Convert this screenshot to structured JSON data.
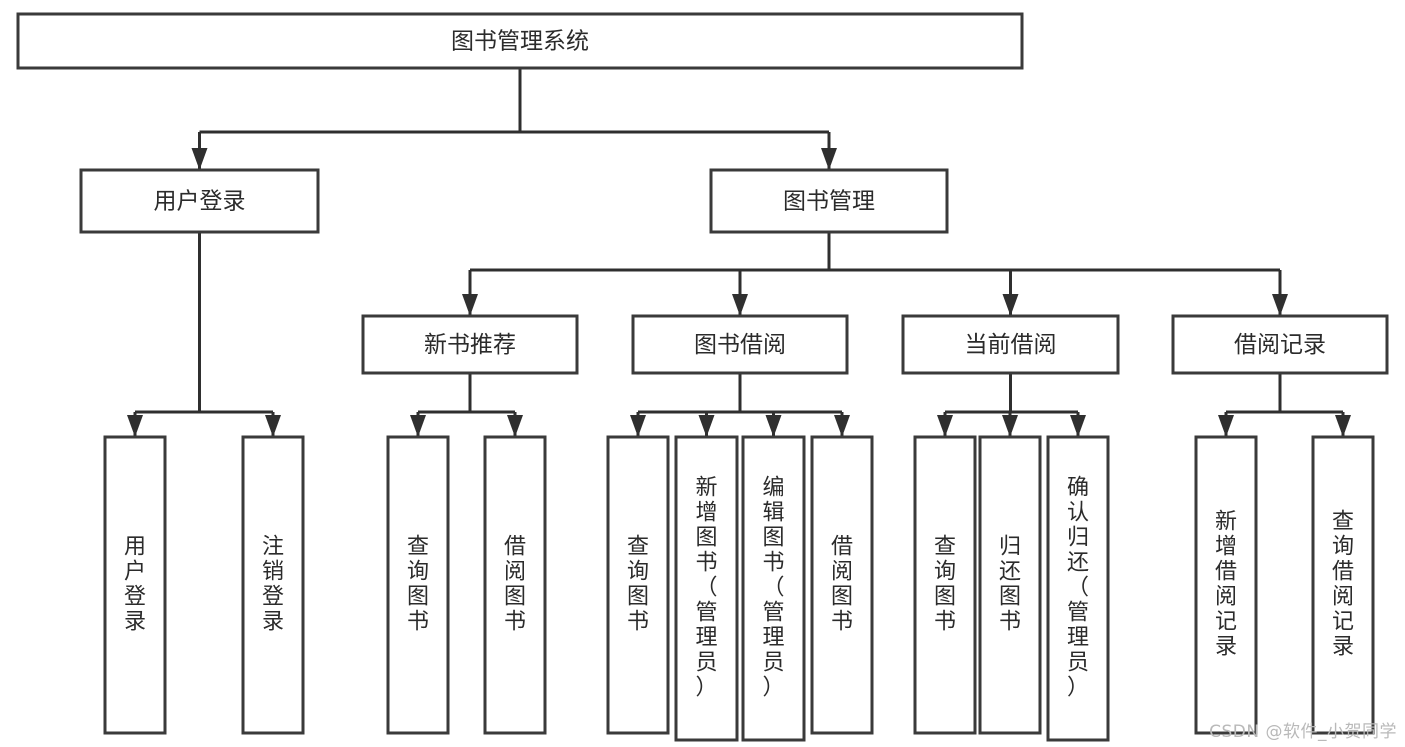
{
  "diagram": {
    "type": "tree-hierarchy-chart",
    "title": "图书管理系统",
    "background_color": "#ffffff",
    "box_stroke_color": "#3a3a3a",
    "box_fill_color": "#ffffff",
    "edge_color": "#2f2f2f",
    "text_color": "#2b2b2b"
  },
  "nodes": {
    "root": {
      "label": "图书管理系统",
      "orientation": "horizontal",
      "level": 0
    },
    "level1": [
      {
        "id": "user-login",
        "label": "用户登录",
        "orientation": "horizontal",
        "level": 1
      },
      {
        "id": "book-manage",
        "label": "图书管理",
        "orientation": "horizontal",
        "level": 1
      }
    ],
    "level2": [
      {
        "id": "new-book-recommend",
        "label": "新书推荐",
        "orientation": "horizontal",
        "level": 2,
        "parent": "book-manage"
      },
      {
        "id": "book-borrow",
        "label": "图书借阅",
        "orientation": "horizontal",
        "level": 2,
        "parent": "book-manage"
      },
      {
        "id": "current-borrow",
        "label": "当前借阅",
        "orientation": "horizontal",
        "level": 2,
        "parent": "book-manage"
      },
      {
        "id": "borrow-record",
        "label": "借阅记录",
        "orientation": "horizontal",
        "level": 2,
        "parent": "book-manage"
      }
    ],
    "leaves": [
      {
        "id": "leaf-user-login",
        "label": "用户登录",
        "orientation": "vertical",
        "parent": "user-login"
      },
      {
        "id": "leaf-logout-login",
        "label": "注销登录",
        "orientation": "vertical",
        "parent": "user-login"
      },
      {
        "id": "leaf-query-book-1",
        "label": "查询图书",
        "orientation": "vertical",
        "parent": "new-book-recommend"
      },
      {
        "id": "leaf-borrow-book-1",
        "label": "借阅图书",
        "orientation": "vertical",
        "parent": "new-book-recommend"
      },
      {
        "id": "leaf-query-book-2",
        "label": "查询图书",
        "orientation": "vertical",
        "parent": "book-borrow"
      },
      {
        "id": "leaf-add-book",
        "label": "新增图书（管理员）",
        "orientation": "vertical",
        "parent": "book-borrow"
      },
      {
        "id": "leaf-edit-book",
        "label": "编辑图书（管理员）",
        "orientation": "vertical",
        "parent": "book-borrow"
      },
      {
        "id": "leaf-borrow-book-2",
        "label": "借阅图书",
        "orientation": "vertical",
        "parent": "book-borrow"
      },
      {
        "id": "leaf-query-book-3",
        "label": "查询图书",
        "orientation": "vertical",
        "parent": "current-borrow"
      },
      {
        "id": "leaf-return-book",
        "label": "归还图书",
        "orientation": "vertical",
        "parent": "current-borrow"
      },
      {
        "id": "leaf-confirm-return",
        "label": "确认归还（管理员）",
        "orientation": "vertical",
        "parent": "current-borrow"
      },
      {
        "id": "leaf-add-record",
        "label": "新增借阅记录",
        "orientation": "vertical",
        "parent": "borrow-record"
      },
      {
        "id": "leaf-query-record",
        "label": "查询借阅记录",
        "orientation": "vertical",
        "parent": "borrow-record"
      }
    ]
  },
  "watermark": {
    "text": "CSDN @软件_小贺同学",
    "color": "#b9b9b9"
  }
}
